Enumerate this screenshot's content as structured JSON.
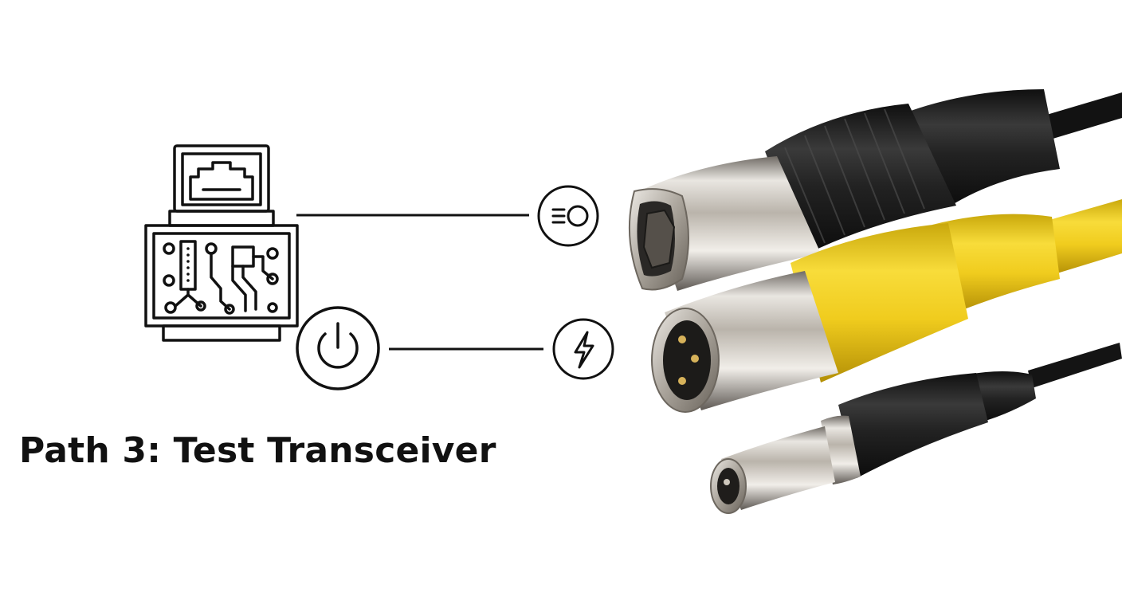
{
  "diagram": {
    "title": "Path 3: Test Transceiver",
    "nodes": [
      {
        "id": "transceiver",
        "icon": "transceiver-module-icon"
      },
      {
        "id": "power-button",
        "icon": "power-icon"
      },
      {
        "id": "signal-indicator",
        "icon": "signal-light-icon"
      },
      {
        "id": "power-indicator",
        "icon": "lightning-bolt-icon"
      },
      {
        "id": "hollow-connector",
        "icon": "metal-connector"
      },
      {
        "id": "pin-connector",
        "icon": "three-pin-connector"
      },
      {
        "id": "barrel-connector",
        "icon": "barrel-plug"
      }
    ],
    "edges": [
      {
        "from": "transceiver",
        "to": "signal-indicator"
      },
      {
        "from": "power-button",
        "to": "power-indicator"
      }
    ]
  },
  "colors": {
    "ink": "#111111",
    "cable_black": "#1c1c1c",
    "cable_yellow": "#f2cf1c",
    "metal": "#b9b3aa"
  }
}
